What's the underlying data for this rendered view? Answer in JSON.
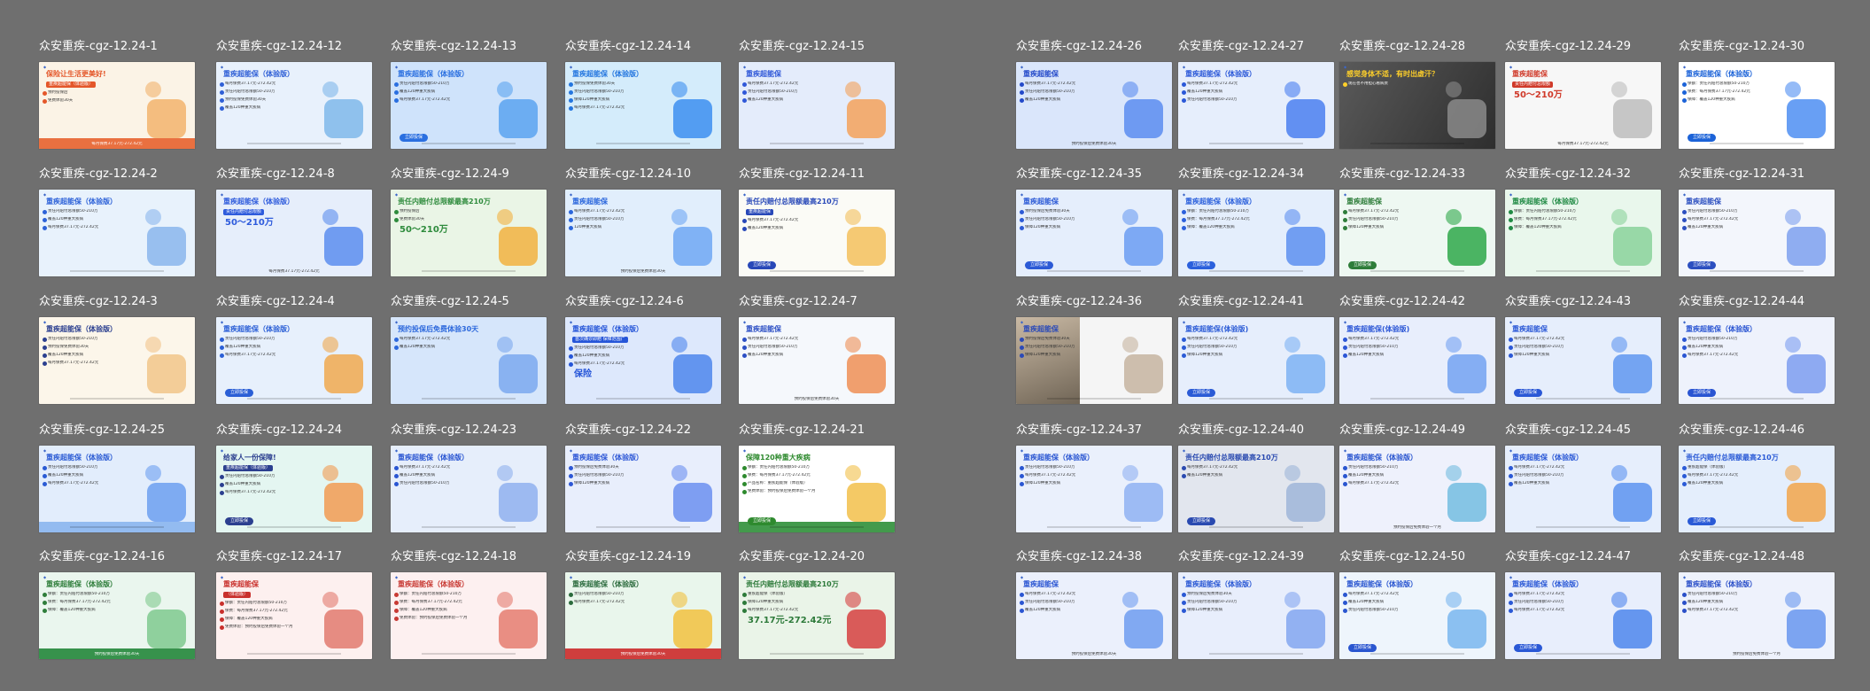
{
  "gallery": {
    "left": [
      [
        "众安重疾-cgz-12.24-1",
        "众安重疾-cgz-12.24-12",
        "众安重疾-cgz-12.24-13",
        "众安重疾-cgz-12.24-14",
        "众安重疾-cgz-12.24-15"
      ],
      [
        "众安重疾-cgz-12.24-2",
        "众安重疾-cgz-12.24-8",
        "众安重疾-cgz-12.24-9",
        "众安重疾-cgz-12.24-10",
        "众安重疾-cgz-12.24-11"
      ],
      [
        "众安重疾-cgz-12.24-3",
        "众安重疾-cgz-12.24-4",
        "众安重疾-cgz-12.24-5",
        "众安重疾-cgz-12.24-6",
        "众安重疾-cgz-12.24-7"
      ],
      [
        "众安重疾-cgz-12.24-25",
        "众安重疾-cgz-12.24-24",
        "众安重疾-cgz-12.24-23",
        "众安重疾-cgz-12.24-22",
        "众安重疾-cgz-12.24-21"
      ],
      [
        "众安重疾-cgz-12.24-16",
        "众安重疾-cgz-12.24-17",
        "众安重疾-cgz-12.24-18",
        "众安重疾-cgz-12.24-19",
        "众安重疾-cgz-12.24-20"
      ]
    ],
    "right": [
      [
        "众安重疾-cgz-12.24-26",
        "众安重疾-cgz-12.24-27",
        "众安重疾-cgz-12.24-28",
        "众安重疾-cgz-12.24-29",
        "众安重疾-cgz-12.24-30"
      ],
      [
        "众安重疾-cgz-12.24-35",
        "众安重疾-cgz-12.24-34",
        "众安重疾-cgz-12.24-33",
        "众安重疾-cgz-12.24-32",
        "众安重疾-cgz-12.24-31"
      ],
      [
        "众安重疾-cgz-12.24-36",
        "众安重疾-cgz-12.24-41",
        "众安重疾-cgz-12.24-42",
        "众安重疾-cgz-12.24-43",
        "众安重疾-cgz-12.24-44"
      ],
      [
        "众安重疾-cgz-12.24-37",
        "众安重疾-cgz-12.24-40",
        "众安重疾-cgz-12.24-49",
        "众安重疾-cgz-12.24-45",
        "众安重疾-cgz-12.24-46"
      ],
      [
        "众安重疾-cgz-12.24-38",
        "众安重疾-cgz-12.24-39",
        "众安重疾-cgz-12.24-50",
        "众安重疾-cgz-12.24-47",
        "众安重疾-cgz-12.24-48"
      ]
    ]
  },
  "thumbs": {
    "left": [
      [
        {
          "headline": "保险让生活更美好!",
          "sub": "重疾超能保（体验版）",
          "lines": [
            "预约投保后",
            "免费体验30天"
          ],
          "foot": "每月保费37.17元-272.42元"
        },
        {
          "headline": "重疾超能保（体验版）",
          "lines": [
            "每月保费37.17元-272.42元",
            "责任内赔付总限额50-210万",
            "预约投保免费体验30天",
            "覆盖120种重大疾病"
          ]
        },
        {
          "headline": "重疾超能保（体验版）",
          "lines": [
            "责任内赔付总限额50-210万",
            "覆盖120种重大疾病",
            "每月保费37.17元-272.42元"
          ],
          "button": "立即投保"
        },
        {
          "headline": "重疾超能保（体验版）",
          "lines": [
            "预约投保免费体验30天",
            "责任内赔付总限额50-210万",
            "保障120种重大疾病",
            "每月保费37.17元-272.42元"
          ]
        },
        {
          "headline": "重疾超能保",
          "lines": [
            "每月保费37.17元-272.42元",
            "责任内赔付总限额50-210万",
            "覆盖120种重大疾病"
          ]
        }
      ],
      [
        {
          "headline": "重疾超能保（体验版）",
          "lines": [
            "责任内赔付总限额50-210万",
            "覆盖120种重大疾病",
            "每月保费37.17元-272.42元"
          ]
        },
        {
          "headline": "重疾超能保（体验版）",
          "sub": "责任内赔付总限额",
          "big": "50～210万",
          "foot": "每月保费37.17元-272.42元"
        },
        {
          "headline": "责任内赔付总限额最高210万",
          "lines": [
            "预约投保后",
            "免费体验30天"
          ],
          "big": "50～210万"
        },
        {
          "headline": "重疾超能保",
          "lines": [
            "每月保费37.17元-272.42元",
            "责任内赔付总限额50-210万",
            "120种重大疾病"
          ],
          "foot": "预约投保后免费体验30天"
        },
        {
          "headline": "责任内赔付总限额最高210万",
          "sub": "重疾超能保",
          "lines": [
            "每月保费37.17元-272.42元",
            "覆盖120种重大疾病"
          ],
          "button": "立即投保"
        }
      ],
      [
        {
          "headline": "重疾超能保（体验版）",
          "lines": [
            "责任内赔付总限额50-210万",
            "预约投保免费体验30天",
            "覆盖120种重大疾病",
            "每月保费37.17元-272.42元"
          ]
        },
        {
          "headline": "重疾超能保（体验版）",
          "lines": [
            "责任内赔付总限额50-210万",
            "覆盖120种重大疾病",
            "每月保费37.17元-272.42元"
          ],
          "button": "立即投保"
        },
        {
          "headline": "预约投保后免费体验30天",
          "lines": [
            "每月保费37.17元-272.42元",
            "覆盖120种重大疾病"
          ]
        },
        {
          "headline": "重疾超能保（体验版）",
          "sub": "首次确诊即赔 保障范围广",
          "lines": [
            "责任内赔付总限额50-210万",
            "覆盖120种重大疾病",
            "每月保费37.17元-272.42元"
          ],
          "big": "保险"
        },
        {
          "headline": "重疾超能保",
          "lines": [
            "每月保费37.17元-272.42元",
            "责任内赔付总限额50-210万",
            "覆盖120种重大疾病"
          ],
          "foot": "预约投保后免费体验30天"
        }
      ],
      [
        {
          "headline": "重疾超能保（体验版）",
          "lines": [
            "责任内赔付总限额50-210万",
            "覆盖120种重大疾病",
            "每月保费37.17元-272.42元"
          ]
        },
        {
          "headline": "给家人一份保障!",
          "sub": "重疾超能保（体验版）",
          "lines": [
            "责任内赔付总限额50-210万",
            "覆盖120种重大疾病",
            "每月保费37.17元-272.42元"
          ],
          "button": "立即投保"
        },
        {
          "headline": "重疾超能保（体验版）",
          "lines": [
            "每月保费37.17元-272.42元",
            "覆盖120种重大疾病",
            "责任内赔付总限额50-210万"
          ]
        },
        {
          "headline": "重疾超能保（体验版）",
          "lines": [
            "预约投保后免费体验30天",
            "责任内赔付总限额50-210万",
            "保障120种重大疾病"
          ]
        },
        {
          "headline": "保障120种重大疾病",
          "lines": [
            "保额：责任内赔付总限额50-210万",
            "保费：每月保费37.17元-272.42元",
            "产品名称：重疾超能保（体验版）",
            "免费体验：预约投保后免费体验一个月"
          ],
          "button": "立即投保"
        }
      ],
      [
        {
          "headline": "重疾超能保（体验版）",
          "lines": [
            "保额：责任内赔付总限额50-210万",
            "保费：每月保费37.17元-272.42元",
            "保障：覆盖120种重大疾病"
          ],
          "foot": "预约投保后免费体验30天"
        },
        {
          "headline": "重疾超能保",
          "sub": "（体验版）",
          "lines": [
            "保额：责任内赔付总限额50-210万",
            "保费：每月保费37.17元-272.42元",
            "保障：覆盖120种重大疾病",
            "免费体验：预约投保后免费体验一个月"
          ]
        },
        {
          "headline": "重疾超能保（体验版）",
          "lines": [
            "保额：责任内赔付总限额50-210万",
            "保费：每月保费37.17元-272.42元",
            "保障：覆盖120种重大疾病",
            "免费体验：预约投保后免费体验一个月"
          ]
        },
        {
          "headline": "重疾超能保（体验版）",
          "lines": [
            "责任内赔付总限额50-210万",
            "每月保费37.17元-272.42元"
          ],
          "foot": "预约投保后免费体验30天"
        },
        {
          "headline": "责任内赔付总限额最高210万",
          "lines": [
            "重疾超能保（体验版）",
            "保障120种重大疾病",
            "每月保费37.17元-272.42元"
          ],
          "big": "37.17元-272.42元"
        }
      ]
    ],
    "right": [
      [
        {
          "headline": "重疾超能保",
          "lines": [
            "每月保费37.17元-272.42元",
            "责任内赔付总限额50-210万",
            "覆盖120种重大疾病"
          ],
          "foot": "预约投保后免费体验30天"
        },
        {
          "headline": "重疾超能保（体验版）",
          "lines": [
            "每月保费37.17元-272.42元",
            "覆盖120种重大疾病",
            "责任内赔付总限额50-210万"
          ]
        },
        {
          "headline": "感觉身体不适，有时出虚汗？",
          "lines": [
            "现在也不用担心看病贵"
          ]
        },
        {
          "headline": "重疾超能保",
          "sub": "责任内赔付总限额",
          "big": "50～210万",
          "foot": "每月保费37.17元-272.42元"
        },
        {
          "headline": "重疾超能保（体验版）",
          "lines": [
            "保额：责任内赔付总限额50-210万",
            "保费：每月保费37.17元-272.42元",
            "保障：覆盖120种重大疾病"
          ],
          "button": "立即投保"
        }
      ],
      [
        {
          "headline": "重疾超能保",
          "lines": [
            "预约投保后免费体验30天",
            "责任内赔付总限额50-210万",
            "保障120种重大疾病"
          ],
          "button": "立即投保"
        },
        {
          "headline": "重疾超能保（体验版）",
          "lines": [
            "保额：责任内赔付总限额50-210万",
            "保费：每月保费37.17元-272.42元",
            "保障：覆盖120种重大疾病"
          ],
          "button": "立即投保"
        },
        {
          "headline": "重疾超能保",
          "lines": [
            "每月保费37.17元-272.42元",
            "责任内赔付总限额50-210万",
            "保障120种重大疾病"
          ],
          "button": "立即投保"
        },
        {
          "headline": "重疾超能保（体验版）",
          "lines": [
            "保额：责任内赔付总限额50-210万",
            "保费：每月保费37.17元-272.42元",
            "保障：覆盖120种重大疾病"
          ]
        },
        {
          "headline": "重疾超能保",
          "lines": [
            "责任内赔付总限额50-210万",
            "每月保费37.17元-272.42元",
            "覆盖120种重大疾病"
          ],
          "button": "立即投保"
        }
      ],
      [
        {
          "headline": "重疾超能保",
          "lines": [
            "预约投保后免费体验30天",
            "责任内赔付总限额50-210万",
            "保障120种重大疾病"
          ]
        },
        {
          "headline": "重疾超能保(体验版)",
          "lines": [
            "每月保费37.17元-272.42元",
            "责任内赔付总限额50-210万",
            "保障120种重大疾病"
          ],
          "button": "立即投保"
        },
        {
          "headline": "重疾超能保(体验版)",
          "lines": [
            "每月保费37.17元-272.42元",
            "责任内赔付总限额50-210万",
            "覆盖120种重大疾病"
          ]
        },
        {
          "headline": "重疾超能保",
          "lines": [
            "每月保费37.17元-272.42元",
            "责任内赔付总限额50-210万",
            "保障120种重大疾病"
          ],
          "button": "立即投保"
        },
        {
          "headline": "重疾超能保（体验版）",
          "lines": [
            "责任内赔付总限额50-210万",
            "覆盖120种重大疾病",
            "每月保费37.17元-272.42元"
          ],
          "button": "立即投保"
        }
      ],
      [
        {
          "headline": "重疾超能保（体验版）",
          "lines": [
            "责任内赔付总限额50-210万",
            "每月保费37.17元-272.42元",
            "保障120种重大疾病"
          ]
        },
        {
          "headline": "责任内赔付总限额最高210万",
          "lines": [
            "每月保费37.17元-272.42元",
            "覆盖120种重大疾病"
          ],
          "button": "立即投保"
        },
        {
          "headline": "重疾超能保（体验版）",
          "lines": [
            "责任内赔付总限额50-210万",
            "覆盖120种重大疾病",
            "每月保费37.17元-272.42元"
          ],
          "foot": "预约投保后免费体验一个月"
        },
        {
          "headline": "重疾超能保（体验版）",
          "lines": [
            "每月保费37.17元-272.42元",
            "责任内赔付总限额50-210万",
            "覆盖120种重大疾病"
          ]
        },
        {
          "headline": "责任内赔付总限额最高210万",
          "lines": [
            "重疾超能保（体验版）",
            "每月保费37.17元-272.42元",
            "覆盖120种重大疾病"
          ],
          "button": "立即投保"
        }
      ],
      [
        {
          "headline": "重疾超能保",
          "lines": [
            "每月保费37.17元-272.42元",
            "责任内赔付总限额50-210万",
            "覆盖120种重大疾病"
          ],
          "foot": "预约投保后免费体验30天"
        },
        {
          "headline": "重疾超能保（体验版）",
          "lines": [
            "预约投保后免费体验30天",
            "责任内赔付总限额50-210万",
            "保障120种重大疾病"
          ]
        },
        {
          "headline": "重疾超能保（体验版）",
          "lines": [
            "每月保费37.17元-272.42元",
            "覆盖120种重大疾病",
            "责任内赔付总限额50-210万"
          ],
          "button": "立即投保"
        },
        {
          "headline": "重疾超能保（体验版）",
          "lines": [
            "每月保费37.17元-272.42元",
            "责任内赔付总限额50-210万",
            "每月保费37.17元-272.42元"
          ],
          "button": "立即投保"
        },
        {
          "headline": "重疾超能保（体验版）",
          "lines": [
            "责任内赔付总限额50-210万",
            "覆盖120种重大疾病",
            "每月保费37.17元-272.42元"
          ],
          "foot": "预约投保后免费体验一个月"
        }
      ]
    ]
  },
  "palette": {
    "left": [
      [
        {
          "bg": "#fbf3e6",
          "accent": "#e4572a",
          "band": "#e7622e",
          "art": "#f2b36c"
        },
        {
          "bg": "#e8f1fc",
          "accent": "#2f5fd6",
          "art": "#7fb8ea"
        },
        {
          "bg": "#cfe3fb",
          "accent": "#2a6fe0",
          "art": "#5aa3f0"
        },
        {
          "bg": "#d4ecfb",
          "accent": "#2476df",
          "art": "#3c8ff0"
        },
        {
          "bg": "#e4ecfb",
          "accent": "#2f57d8",
          "art": "#f4a25a"
        }
      ],
      [
        {
          "bg": "#e8f2fc",
          "accent": "#2d62d8",
          "art": "#8ab6ec"
        },
        {
          "bg": "#e6eefb",
          "accent": "#2e5bdc",
          "art": "#5b8def"
        },
        {
          "bg": "#eaf5e6",
          "accent": "#2e8b3c",
          "art": "#f2b140"
        },
        {
          "bg": "#e1eefc",
          "accent": "#2a66dc",
          "art": "#6ea7f3"
        },
        {
          "bg": "#fbfbf6",
          "accent": "#2848b8",
          "art": "#f3c05c"
        }
      ],
      [
        {
          "bg": "#fcf6ea",
          "accent": "#2b3f8f",
          "art": "#f1c58a"
        },
        {
          "bg": "#e7f0fc",
          "accent": "#2b5fd6",
          "art": "#f0a94f"
        },
        {
          "bg": "#d6e6fb",
          "accent": "#2c68dc",
          "art": "#7ba8ef"
        },
        {
          "bg": "#dde8fc",
          "accent": "#2555d8",
          "art": "#4e86ec"
        },
        {
          "bg": "#f5f8fc",
          "accent": "#2c4fc4",
          "art": "#ef8f55"
        }
      ],
      [
        {
          "bg": "#e2edfc",
          "accent": "#2a5bd4",
          "band": "#8bb5ee",
          "art": "#6c9ff0"
        },
        {
          "bg": "#e4f6f1",
          "accent": "#2b3f8f",
          "art": "#f29b52"
        },
        {
          "bg": "#e6eefb",
          "accent": "#2955d2",
          "art": "#8fb0ee"
        },
        {
          "bg": "#e8eefc",
          "accent": "#2d57d6",
          "art": "#6b8ff0"
        },
        {
          "bg": "#ffffff",
          "accent": "#2e8a2e",
          "band": "#2f8f38",
          "art": "#f2c04a"
        }
      ],
      [
        {
          "bg": "#eaf6ee",
          "accent": "#2e7d3a",
          "band": "#24873a",
          "art": "#7fc98e"
        },
        {
          "bg": "#fdf0ef",
          "accent": "#c9302c",
          "art": "#e27a6e"
        },
        {
          "bg": "#fdf0f0",
          "accent": "#c83a34",
          "art": "#e57c70"
        },
        {
          "bg": "#e9f6ec",
          "accent": "#2b6b3d",
          "band": "#cc2a2a",
          "art": "#f2c13f"
        },
        {
          "bg": "#eaf4e8",
          "accent": "#2d7a3a",
          "art": "#d64040"
        }
      ]
    ],
    "right": [
      [
        {
          "bg": "#dae6fb",
          "accent": "#2349c9",
          "art": "#5b8cf0"
        },
        {
          "bg": "#e6eefc",
          "accent": "#2b58d8",
          "art": "#4a7ff0"
        },
        {
          "bg": "#4a4a4a",
          "accent": "#ffd02a",
          "art": "#8a8a8a"
        },
        {
          "bg": "#f7f7f7",
          "accent": "#d03a2a",
          "art": "#bdbdbd"
        },
        {
          "bg": "#ffffff",
          "accent": "#1c63d8",
          "band": "#1c63d8",
          "art": "#4e8ef2"
        }
      ],
      [
        {
          "bg": "#e5eefc",
          "accent": "#2c5ad6",
          "art": "#6b9cf2"
        },
        {
          "bg": "#e4eefc",
          "accent": "#2b60dc",
          "art": "#5d8ff0"
        },
        {
          "bg": "#eef8f2",
          "accent": "#2e7d3a",
          "art": "#2ea84a"
        },
        {
          "bg": "#e9f7ec",
          "accent": "#208a44",
          "band": "#208a44",
          "art": "#8ad29b"
        },
        {
          "bg": "#f3f6fc",
          "accent": "#2c4fc0",
          "art": "#7da0ee"
        }
      ],
      [
        {
          "bg": "#f5f5f5",
          "accent": "#2b4ab8",
          "art": "#c6b4a0"
        },
        {
          "bg": "#e6eefc",
          "accent": "#2b5bd6",
          "art": "#7db2f3"
        },
        {
          "bg": "#e8eefc",
          "accent": "#2b56d6",
          "art": "#73a2f1"
        },
        {
          "bg": "#e6eefc",
          "accent": "#2b58d6",
          "art": "#5f96f0"
        },
        {
          "bg": "#eef2fc",
          "accent": "#2a55d2",
          "art": "#7c9df0"
        }
      ],
      [
        {
          "bg": "#eaf0fc",
          "accent": "#2a56d2",
          "art": "#8fb1f2"
        },
        {
          "bg": "#e2e6ee",
          "accent": "#2a4ab0",
          "art": "#9fb5d8"
        },
        {
          "bg": "#eef1fc",
          "accent": "#2a56d0",
          "art": "#73bde0"
        },
        {
          "bg": "#e6eefc",
          "accent": "#2a58d6",
          "art": "#5c93f0"
        },
        {
          "bg": "#e4eefc",
          "accent": "#2a5ad6",
          "art": "#f2a54a"
        }
      ],
      [
        {
          "bg": "#ebf0fc",
          "accent": "#2a55d2",
          "art": "#6f9cf0"
        },
        {
          "bg": "#e8eefc",
          "accent": "#2a58d4",
          "art": "#83a6f0"
        },
        {
          "bg": "#eef5fc",
          "accent": "#2a56d0",
          "art": "#79b6ee"
        },
        {
          "bg": "#e8eefc",
          "accent": "#2a58d6",
          "art": "#4e86ec"
        },
        {
          "bg": "#eef2fc",
          "accent": "#2a4fc8",
          "art": "#6796ee"
        }
      ]
    ]
  }
}
